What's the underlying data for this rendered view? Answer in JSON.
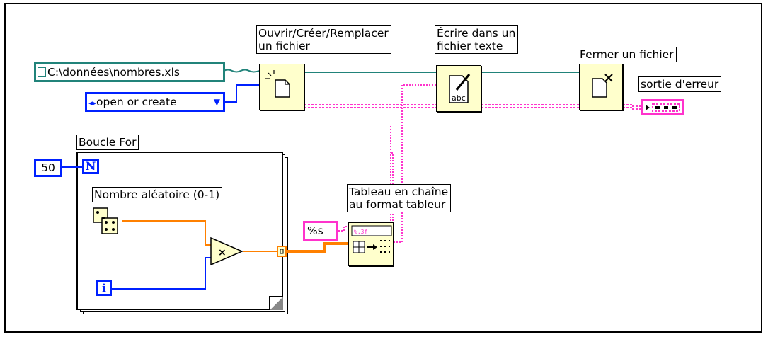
{
  "diagram": {
    "labels": {
      "open_file": "Ouvrir/Créer/Remplacer\nun fichier",
      "write_file": "Écrire dans un\nfichier texte",
      "close_file": "Fermer un fichier",
      "error_out": "sortie d'erreur",
      "for_loop": "Boucle For",
      "random": "Nombre aléatoire (0-1)",
      "array_to_string": "Tableau en chaîne\nau format tableur"
    },
    "controls": {
      "path": "C:\\données\\nombres.xls",
      "operation": "open or create",
      "count": "50",
      "format": "%s",
      "loop_n": "N",
      "loop_i": "i"
    },
    "colors": {
      "path_wire": "#21837a",
      "numeric_wire": "#0021ff",
      "error_wire": "#ff33cc",
      "double_wire": "#ff8000",
      "node_fill": "#ffffcc"
    }
  }
}
